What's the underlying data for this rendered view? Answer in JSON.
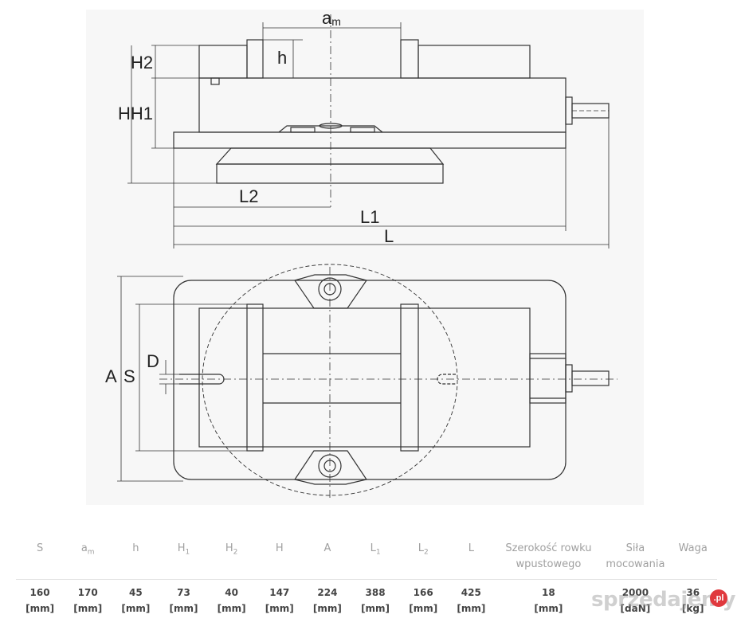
{
  "drawing": {
    "labels": {
      "am_main": "a",
      "am_sub": "m",
      "h": "h",
      "H2": "H2",
      "HH1": "HH1",
      "L2": "L2",
      "L1": "L1",
      "L": "L",
      "A": "A",
      "S": "S",
      "D": "D"
    }
  },
  "specs": {
    "headers": [
      {
        "main": "S",
        "sub": ""
      },
      {
        "main": "a",
        "sub": "m"
      },
      {
        "main": "h",
        "sub": ""
      },
      {
        "main": "H",
        "sub": "1"
      },
      {
        "main": "H",
        "sub": "2"
      },
      {
        "main": "H",
        "sub": ""
      },
      {
        "main": "A",
        "sub": ""
      },
      {
        "main": "L",
        "sub": "1"
      },
      {
        "main": "L",
        "sub": "2"
      },
      {
        "main": "L",
        "sub": ""
      },
      {
        "main": "Szerokość rowku wpustowego",
        "sub": ""
      },
      {
        "main": "Siła mocowania",
        "sub": ""
      },
      {
        "main": "Waga",
        "sub": ""
      }
    ],
    "values": [
      "160",
      "170",
      "45",
      "73",
      "40",
      "147",
      "224",
      "388",
      "166",
      "425",
      "18",
      "2000",
      "36"
    ],
    "units": [
      "[mm]",
      "[mm]",
      "[mm]",
      "[mm]",
      "[mm]",
      "[mm]",
      "[mm]",
      "[mm]",
      "[mm]",
      "[mm]",
      "[mm]",
      "[daN]",
      "[kg]"
    ]
  },
  "watermark": {
    "text": "sprzedajemy",
    "badge": ".pl"
  }
}
